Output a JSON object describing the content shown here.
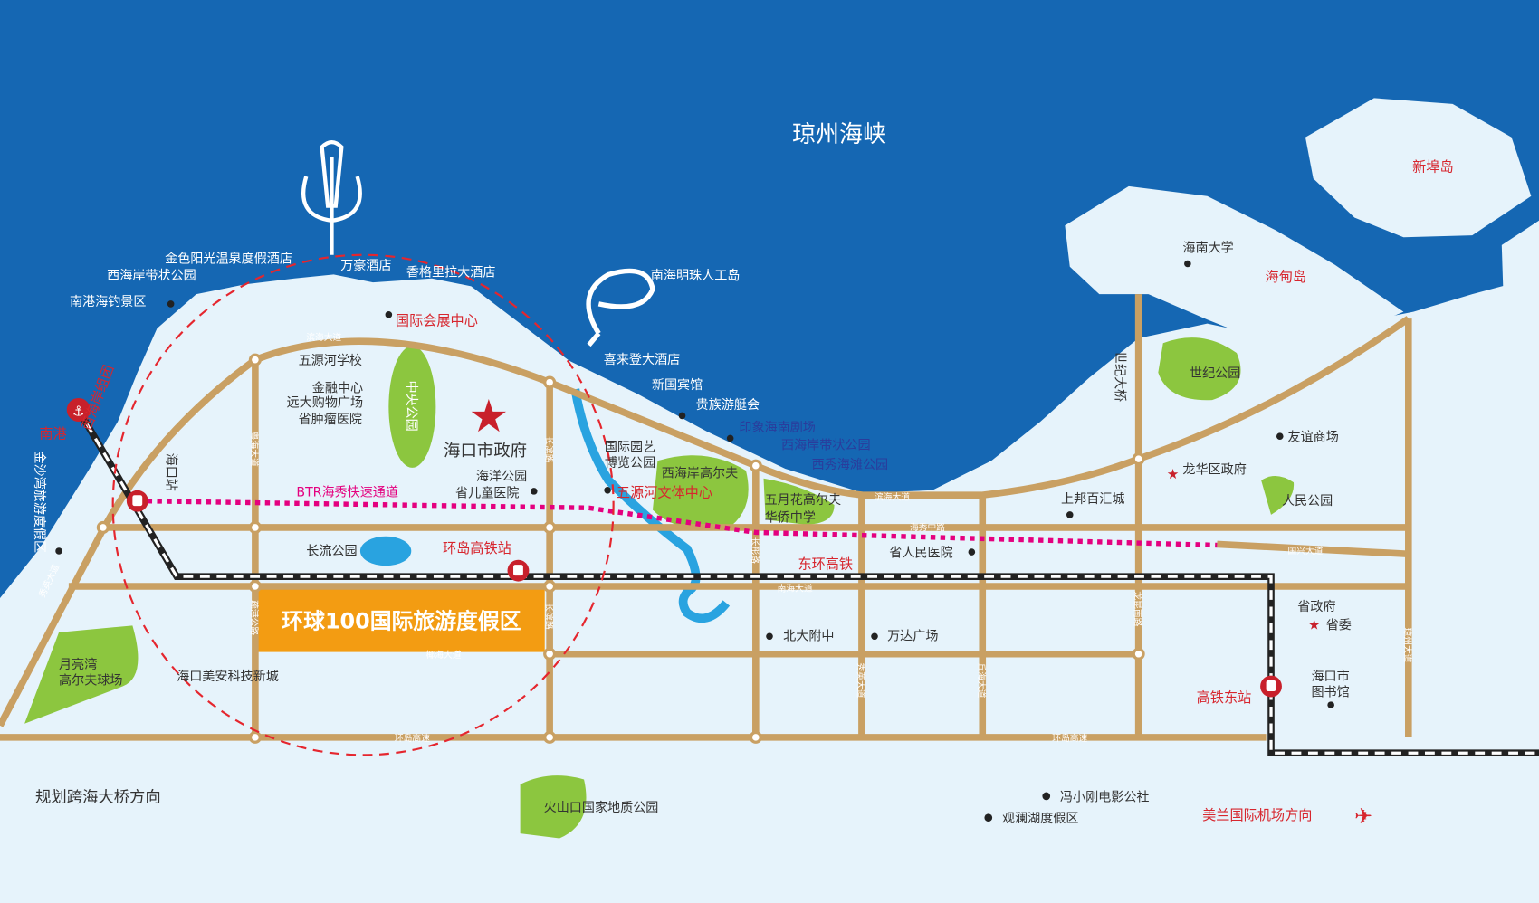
{
  "colors": {
    "sea": "#1567b3",
    "land": "#e6f3fb",
    "road": "#c9a063",
    "park": "#8cc63f",
    "highlight": "#f39c12",
    "accent_red": "#d7262e",
    "btr": "#e4007f"
  },
  "sea": {
    "strait": "琼州海峡"
  },
  "islands": {
    "xinbu": "新埠岛",
    "haidian": "海甸岛"
  },
  "highlight": "环球100国际旅游度假区",
  "city_gov": "海口市政府",
  "labels": {
    "jinse": "金色阳光温泉度假酒店",
    "xihaian_park": "西海岸带状公园",
    "wanhao": "万豪酒店",
    "shangri": "香格里拉大酒店",
    "nangang_fish": "南港海钓景区",
    "convention": "国际会展中心",
    "nanhai_pearl": "南海明珠人工岛",
    "xilaideng": "喜来登大酒店",
    "xinguo": "新国宾馆",
    "guizu": "贵族游艇会",
    "yinxiang": "印象海南剧场",
    "xihaian_park2": "西海岸带状公园",
    "xixiu": "西秀海滩公园",
    "wuyuan_school": "五源河学校",
    "jinrong": "金融中心",
    "yuanda": "远大购物广场",
    "zhongliu": "省肿瘤医院",
    "central_park": "中央公园",
    "haiyang_park": "海洋公园",
    "children_hosp": "省儿童医院",
    "horti1": "国际园艺",
    "horti2": "博览公园",
    "xihaian_golf": "西海岸高尔夫",
    "wuyuan_center": "五源河文体中心",
    "mayflower1": "五月花高尔夫",
    "mayflower2": "华侨中学",
    "shangbang": "上邦百汇城",
    "people_hosp": "省人民医院",
    "haikou_station": "海口站",
    "btr": "BTR海秀快速通道",
    "changliu_park": "长流公园",
    "huandao_station": "环岛高铁站",
    "donghuan": "东环高铁",
    "beida": "北大附中",
    "wanda": "万达广场",
    "meian": "海口美安科技新城",
    "moonbay1": "月亮湾",
    "moonbay2": "高尔夫球场",
    "jinsha": "金沙湾旅游度假区",
    "nangang": "南港",
    "xihaian_group": "西海岸组团",
    "hainan_univ": "海南大学",
    "century_park": "世纪公园",
    "century_bridge": "世纪大桥",
    "youyi": "友谊商场",
    "longhua": "龙华区政府",
    "people_park": "人民公园",
    "prov_gov": "省政府",
    "prov_party": "省委",
    "library1": "海口市",
    "library2": "图书馆",
    "east_station": "高铁东站",
    "bridge_dir": "规划跨海大桥方向",
    "volcano": "火山口国家地质公园",
    "fengxiaogang": "冯小刚电影公社",
    "guanlan": "观澜湖度假区",
    "airport_dir": "美兰国际机场方向"
  },
  "roads": {
    "binhai1": "滨海大道",
    "binhai2": "滨海大道",
    "yuehai": "粤海大道",
    "changbin1": "长滨路",
    "changbin2": "长滨路",
    "haixiu": "海秀中路",
    "changyi": "长彤路",
    "nanhai": "南海大道",
    "guoxing": "国兴大道",
    "shugang": "疏港公路",
    "yehai": "椰海大道",
    "huandao1": "环岛高速",
    "huandao2": "环岛高速",
    "xiuying": "秀英大道",
    "qiuhai": "丘海大道",
    "longkun": "龙昆南路",
    "qiongzhou": "琼州大道",
    "binhai3": "滨海大道",
    "xiuying_w": "秀英大道"
  }
}
